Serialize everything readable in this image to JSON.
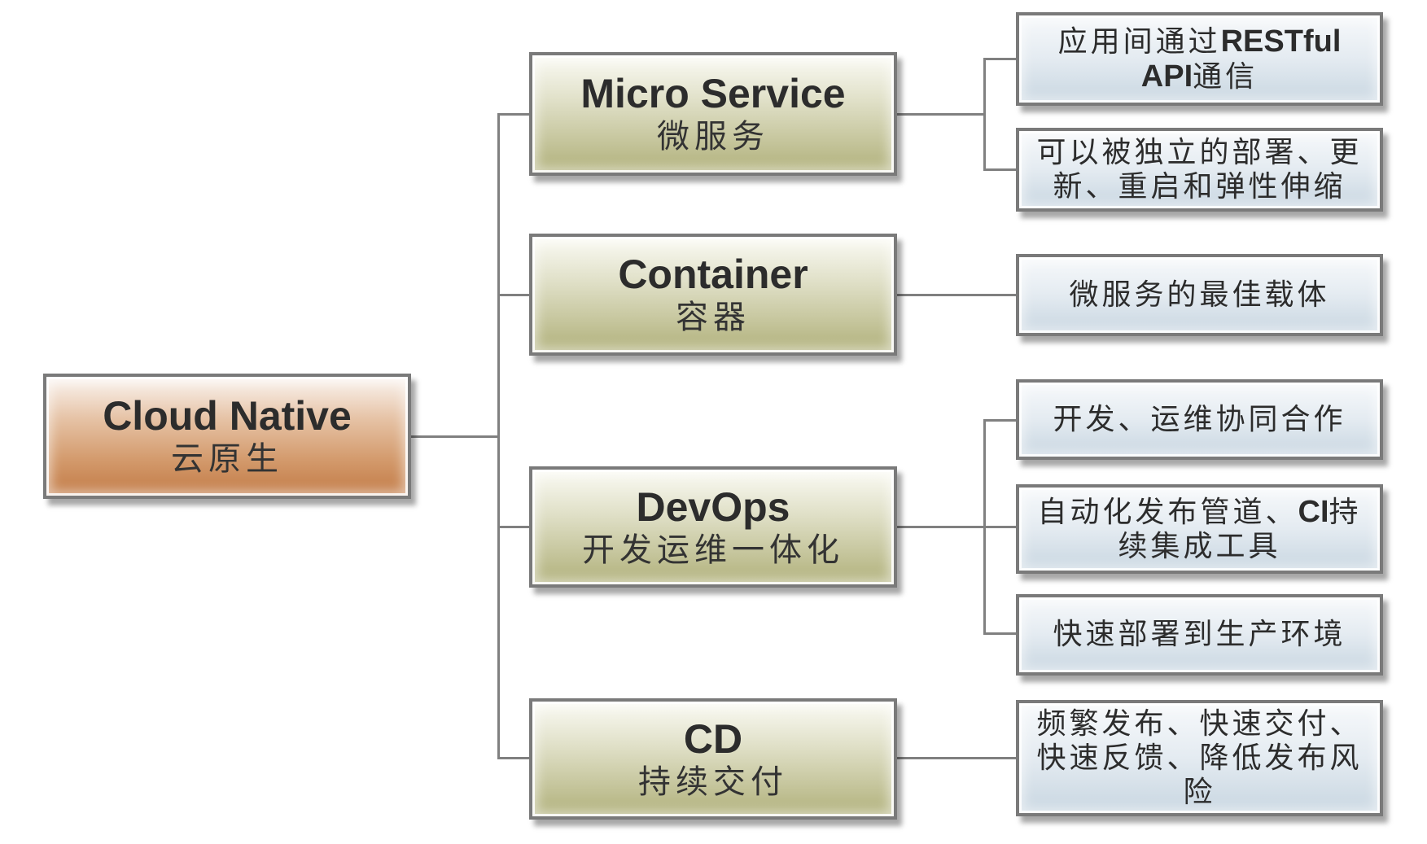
{
  "root": {
    "title": "Cloud Native",
    "subtitle": "云原生"
  },
  "branches": [
    {
      "title": "Micro Service",
      "subtitle": "微服务",
      "leaves": [
        {
          "text_a": "应用间通过",
          "text_b": "RESTful",
          "text_c": "API",
          "text_d": "通信"
        },
        {
          "text": "可以被独立的部署、更新、重启和弹性伸缩"
        }
      ]
    },
    {
      "title": "Container",
      "subtitle": "容器",
      "leaves": [
        {
          "text": "微服务的最佳载体"
        }
      ]
    },
    {
      "title": "DevOps",
      "subtitle": "开发运维一体化",
      "leaves": [
        {
          "text": "开发、运维协同合作"
        },
        {
          "text_a": "自动化发布管道、",
          "text_b": "CI",
          "text_c": "持续集成工具"
        },
        {
          "text": "快速部署到生产环境"
        }
      ]
    },
    {
      "title": "CD",
      "subtitle": "持续交付",
      "leaves": [
        {
          "text": "频繁发布、快速交付、快速反馈、降低发布风险"
        }
      ]
    }
  ],
  "colors": {
    "root_fill": "#c27a45",
    "branch_fill": "#b0b07a",
    "leaf_fill": "#c8d6e1",
    "connector": "#808080"
  }
}
